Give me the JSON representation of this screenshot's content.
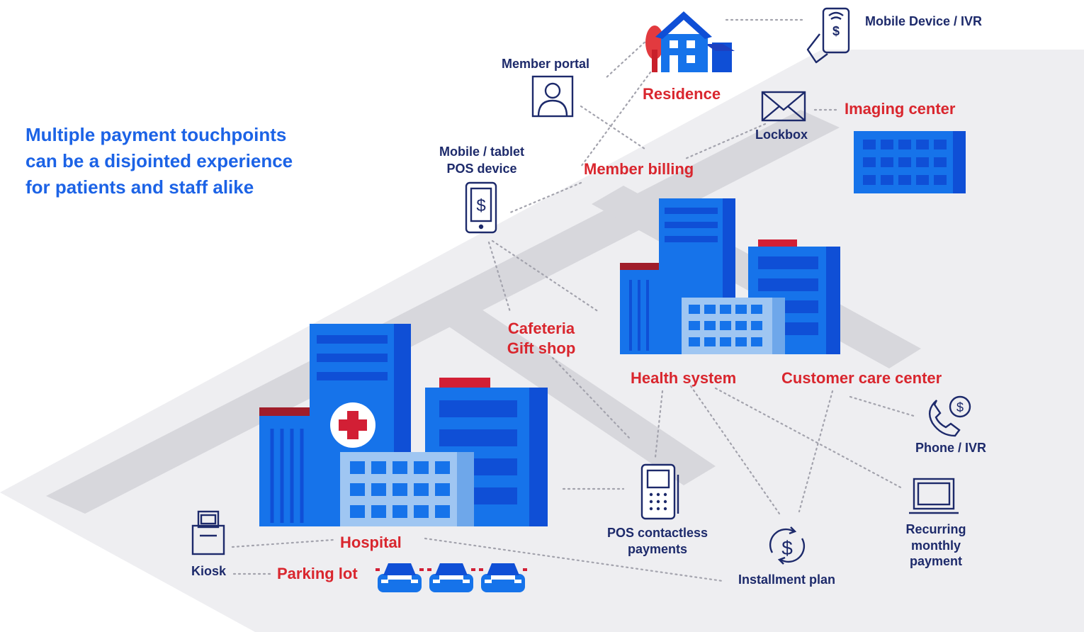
{
  "headline": {
    "line1": "Multiple payment touchpoints",
    "line2": "can be a disjointed experience",
    "line3": "for patients and staff alike"
  },
  "locations": {
    "residence": "Residence",
    "imaging_center": "Imaging center",
    "member_billing": "Member billing",
    "cafeteria": "Cafeteria",
    "gift_shop": "Gift shop",
    "health_system": "Health system",
    "customer_care_center": "Customer care center",
    "hospital": "Hospital",
    "parking_lot": "Parking lot"
  },
  "touchpoints": {
    "mobile_device_ivr": "Mobile Device / IVR",
    "member_portal": "Member portal",
    "lockbox": "Lockbox",
    "mobile_tablet_line1": "Mobile / tablet",
    "mobile_tablet_line2": "POS device",
    "phone_ivr": "Phone / IVR",
    "pos_contactless_line1": "POS contactless",
    "pos_contactless_line2": "payments",
    "recurring_line1": "Recurring",
    "recurring_line2": "monthly",
    "recurring_line3": "payment",
    "installment_plan": "Installment plan",
    "kiosk": "Kiosk"
  },
  "icons": {
    "hospital_cross": "plus",
    "currency": "$"
  },
  "colors": {
    "headline": "#1c63e6",
    "location_label": "#d9262e",
    "touchpoint_label": "#1d2a6b",
    "building_blue": "#1673ea",
    "building_dark": "#0f4fd6",
    "window_light": "#9fc6f2",
    "street": "#d7d7dc",
    "ground": "#eeeef1",
    "accent_red": "#d21f35"
  }
}
